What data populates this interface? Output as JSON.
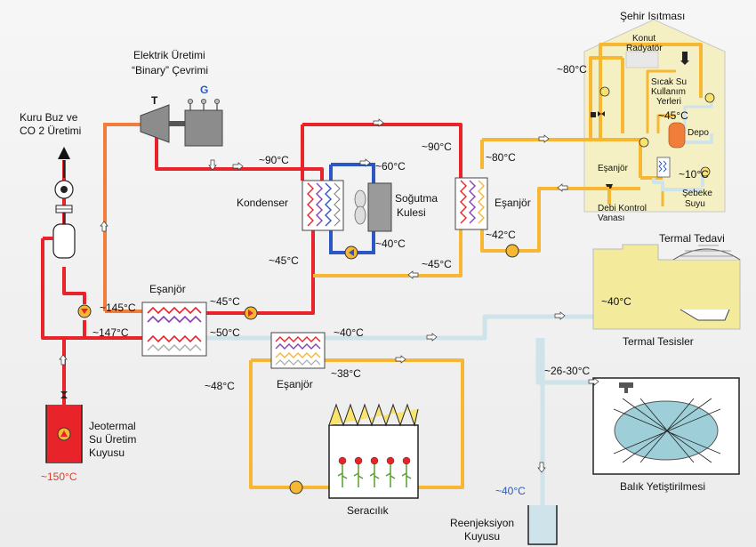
{
  "colors": {
    "hot": "#e8242a",
    "orange": "#f07e3a",
    "yellow": "#f7b733",
    "blue": "#2c55c6",
    "cold": "#cfe3ea",
    "thermal_roof": "#f3ea9c",
    "fish_pond": "#9ecfd9"
  },
  "labels": {
    "kuru_buz": "Kuru Buz ve",
    "co2": "CO 2 Üretimi",
    "elektrik_1": "Elektrik Üretimi",
    "elektrik_2": "“Binary” Çevrimi",
    "turbine_t": "T",
    "generator_g": "G",
    "sehir_isitmasi": "Şehir Isıtması",
    "konut_1": "Konut",
    "konut_2": "Radyatör",
    "sicak_su_1": "Sıcak Su",
    "sicak_su_2": "Kullanım",
    "sicak_su_3": "Yerleri",
    "depo": "Depo",
    "esanjor_city": "Eşanjör",
    "sebeke_1": "Şebeke",
    "sebeke_2": "Suyu",
    "debi_1": "Debi Kontrol",
    "debi_2": "Vanası",
    "kondenser": "Kondenser",
    "sogutma_1": "Soğutma",
    "sogutma_2": "Kulesi",
    "esanjor_mid": "Eşanjör",
    "esanjor_main": "Eşanjör",
    "esanjor_green": "Eşanjör",
    "termal_tedavi": "Termal Tedavi",
    "termal_tesisler": "Termal Tesisler",
    "jeotermal_1": "Jeotermal",
    "jeotermal_2": "Su Üretim",
    "jeotermal_3": "Kuyusu",
    "seracilik": "Seracılık",
    "reenjeksiyon_1": "Reenjeksiyon",
    "reenjeksiyon_2": "Kuyusu",
    "balik": "Balık Yetiştirilmesi"
  },
  "temperatures": {
    "t_80_city": "~80°C",
    "t_45_depo": "~45°C",
    "t_10": "~10°C",
    "t_90_turbine": "~90°C",
    "t_90_right": "~90°C",
    "t_60": "~60°C",
    "t_40_tower": "~40°C",
    "t_80_right": "~80°C",
    "t_42": "~42°C",
    "t_45_left": "~45°C",
    "t_45_bottom": "~45°C",
    "t_145": "~145°C",
    "t_147": "~147°C",
    "t_45_pump": "~45°C",
    "t_50": "~50°C",
    "t_40_line": "~40°C",
    "t_38": "~38°C",
    "t_48": "~48°C",
    "t_26_30": "~26-30°C",
    "t_40_thermal": "~40°C",
    "t_150": "~150°C",
    "t_40_reinj": "~40°C"
  }
}
